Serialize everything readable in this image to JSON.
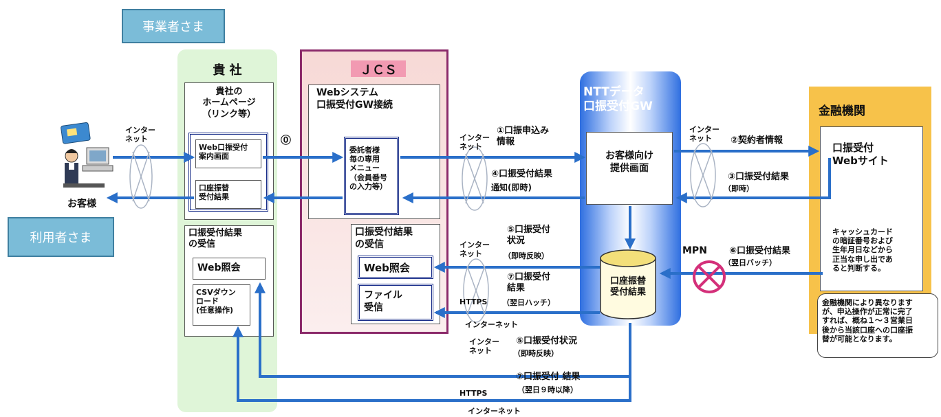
{
  "tags": {
    "business": "事業者さま",
    "user": "利用者さま"
  },
  "company": {
    "header": "貴 社",
    "homepage": "貴社の\nホームページ\n（リンク等）",
    "guide_screen": "Web口振受付\n案内画面",
    "result_screen": "口座振替\n受付結果",
    "receive_title": "口振受付結果\nの受信",
    "web_inquiry": "Web照会",
    "csv": "CSVダウン\nロード\n(任意操作)"
  },
  "jcs": {
    "header": "ＪＣＳ",
    "web_system": "Webシステム\n口振受付GW接続",
    "menu": "委託者様\n毎の専用\nメニュー\n（会員番号\nの入力等）",
    "receive_title": "口振受付結果\nの受信",
    "web_inquiry": "Web照会",
    "file_receive": "ファイル\n受信"
  },
  "nttdata": {
    "header": "NTTデータ\n口振受付GW",
    "customer_screen": "お客様向け\n提供画面",
    "db_label": "口座振替\n受付結果"
  },
  "bank": {
    "header": "金融機関",
    "website": "口振受付\nWebサイト",
    "verify_note": "キャッシュカード\nの暗証番号および\n生年月日などから\n正当な申し出であ\nると判断する。",
    "completion_note": "金融機関により異なります\nが、申込操作が正常に完了\nすれば、概ね１～３営業日\n後から当該口座への口座振\n替が可能となります。"
  },
  "customer": {
    "label": "お客様"
  },
  "labels": {
    "internet_left": "インター\nネット",
    "step0": "⓪",
    "internet_1": "インター\nネット",
    "step1": "①口振申込み\n情報",
    "step4": "④口振受付結果",
    "step4_sub": "通知(即時)",
    "internet_2": "インター\nネット",
    "step2": "②契約者情報",
    "step3": "③口振受付結果",
    "step3_sub": "（即時）",
    "internet_5": "インター\nネット",
    "step5": "⑤口振受付\n状況",
    "step5_sub": "（即時反映）",
    "step7": "⑦口振受付\n結果",
    "step7_sub": "（翌日ハッチ）",
    "https_1": "HTTPS",
    "internet_net_1": "インターネット",
    "mpn": "MPN",
    "step6": "⑥口振受付結果",
    "step6_sub": "（翌日バッチ）",
    "internet_5b": "インター\nネット",
    "step5b": "⑤口振受付状況",
    "step5b_sub": "（即時反映）",
    "step7b": "⑦口振受付 結果",
    "step7b_sub": "（翌日９時以降）",
    "https_2": "HTTPS",
    "internet_net_2": "インターネット"
  },
  "colors": {
    "arrow": "#2a6fc9",
    "company_bg": "#dff5d8",
    "jcs_border": "#8b2a6a",
    "jcs_bg": "#f7d9d6",
    "ntt_bg": "#2f6fe0",
    "bank_bg": "#f7c24a"
  }
}
